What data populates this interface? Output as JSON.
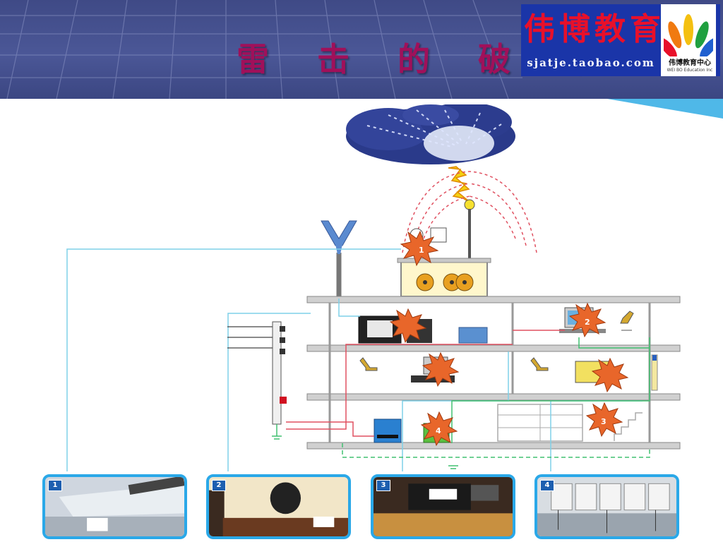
{
  "slide": {
    "title": "雷 击 的 破 坏"
  },
  "logo": {
    "text": "伟博教育",
    "url": "sjatje.taobao.com",
    "name": "伟博教育中心",
    "name_en": "WEI BO Education Inc"
  },
  "diagram": {
    "damage_markers": [
      "1",
      "2",
      "3",
      "4"
    ]
  },
  "photos": [
    {
      "number": "1"
    },
    {
      "number": "2"
    },
    {
      "number": "3"
    },
    {
      "number": "4"
    }
  ],
  "colors": {
    "header": "#4b5797",
    "title": "#a0105a",
    "logo_blue": "#1a35a8",
    "logo_red": "#e8102a",
    "photo_border": "#2aa8e8",
    "wire_cyan": "#7fd0e8",
    "wire_red": "#e05060",
    "wire_green": "#40c070",
    "burst": "#e8662a"
  }
}
